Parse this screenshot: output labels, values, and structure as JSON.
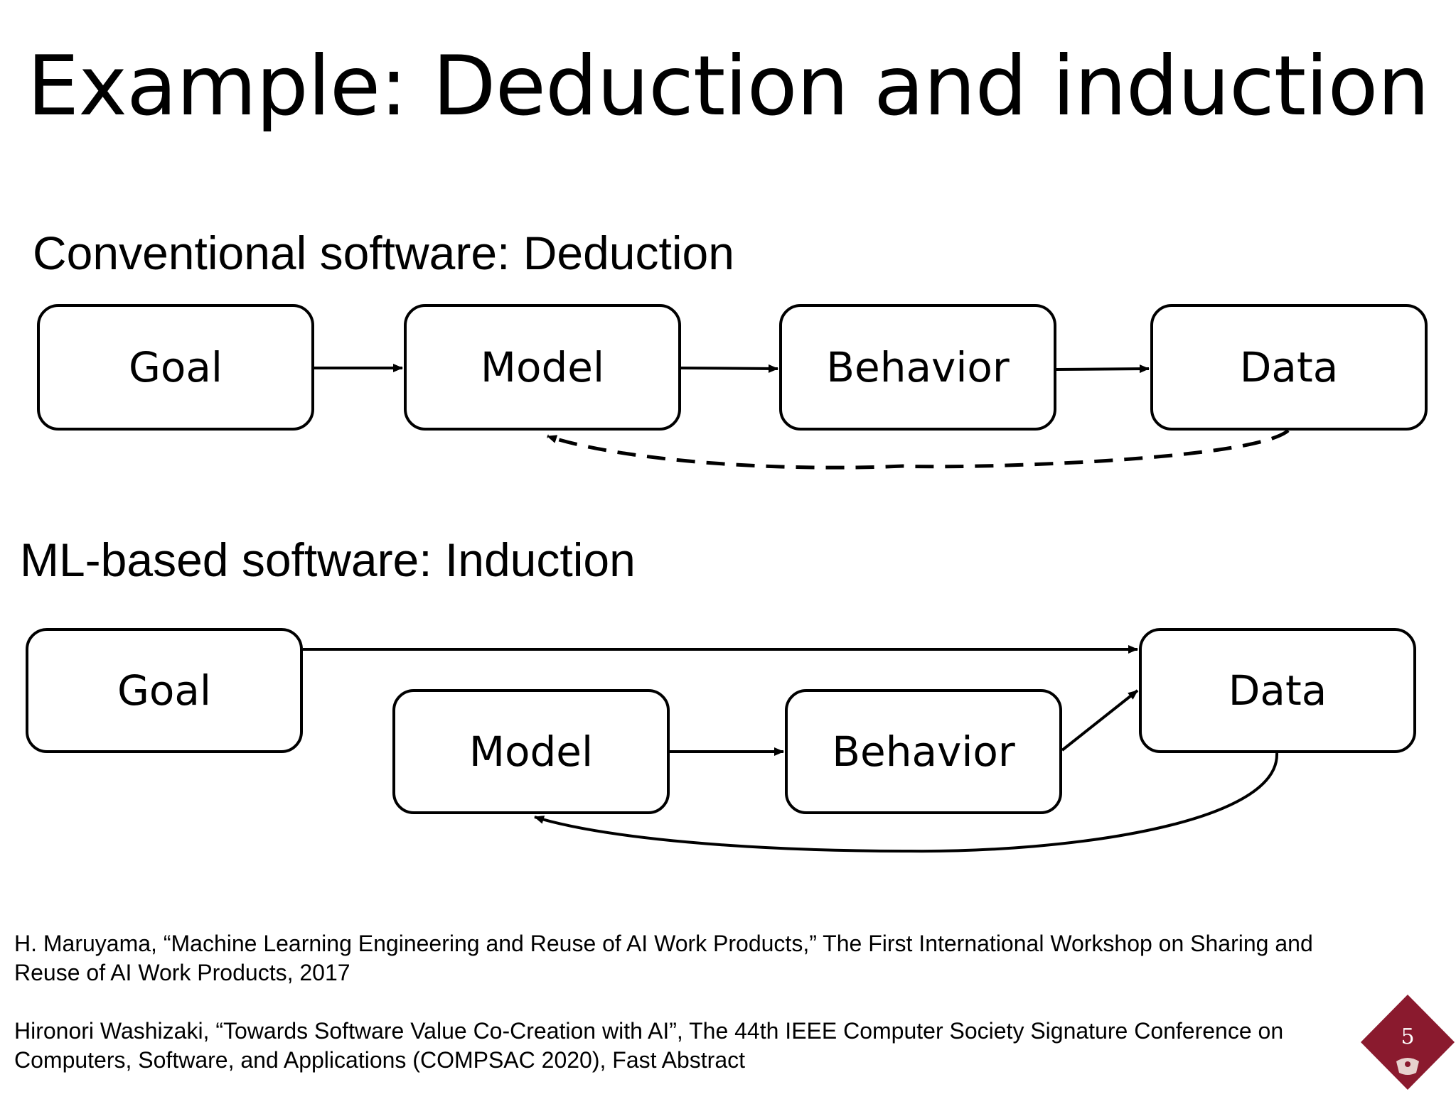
{
  "slide": {
    "title": "Example: Deduction and induction",
    "page_number": "5"
  },
  "deduction": {
    "heading": "Conventional software: Deduction",
    "nodes": {
      "goal": "Goal",
      "model": "Model",
      "behavior": "Behavior",
      "data": "Data"
    },
    "edges": [
      {
        "from": "goal",
        "to": "model",
        "style": "solid"
      },
      {
        "from": "model",
        "to": "behavior",
        "style": "solid"
      },
      {
        "from": "behavior",
        "to": "data",
        "style": "solid"
      },
      {
        "from": "data",
        "to": "model",
        "style": "dashed"
      }
    ]
  },
  "induction": {
    "heading": "ML-based software: Induction",
    "nodes": {
      "goal": "Goal",
      "model": "Model",
      "behavior": "Behavior",
      "data": "Data"
    },
    "edges": [
      {
        "from": "goal",
        "to": "data",
        "style": "solid"
      },
      {
        "from": "model",
        "to": "behavior",
        "style": "solid"
      },
      {
        "from": "behavior",
        "to": "data",
        "style": "solid"
      },
      {
        "from": "data",
        "to": "model",
        "style": "solid"
      }
    ]
  },
  "references": [
    "H. Maruyama, “Machine Learning Engineering and Reuse of AI Work Products,” The First International Workshop on Sharing and Reuse of AI Work Products, 2017",
    "Hironori Washizaki, “Towards Software Value Co-Creation with AI”, The 44th IEEE Computer Society Signature Conference on Computers, Software, and Applications (COMPSAC 2020), Fast Abstract"
  ],
  "colors": {
    "logo_red": "#8a1a2e"
  }
}
